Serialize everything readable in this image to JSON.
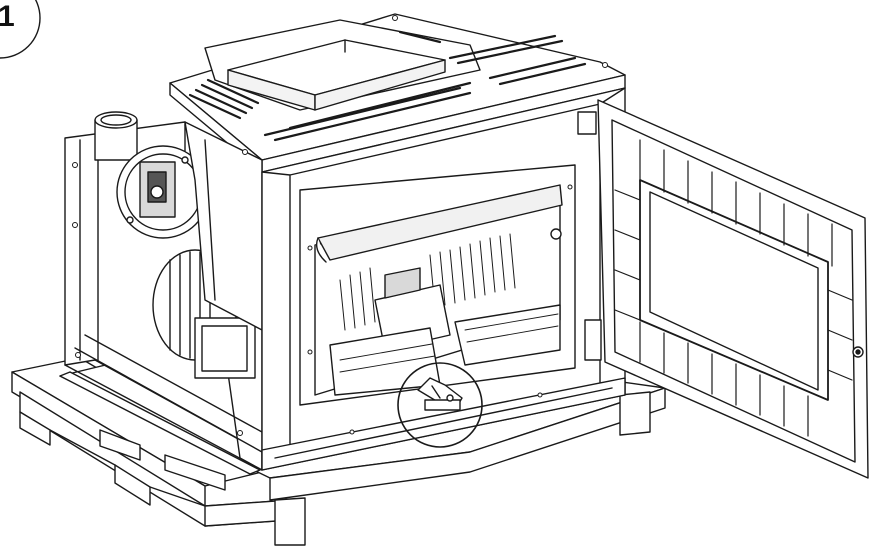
{
  "step": {
    "number": "1"
  },
  "palette": {
    "line": "#1a1a1a",
    "fill": "#ffffff",
    "shade": "#d9d9d9",
    "dark": "#555555"
  },
  "parts": {
    "pallet": "wooden-pallet",
    "stove": "insert-stove-body",
    "door": "open-glass-door",
    "fan": "combustion-fan",
    "hopper": "pellet-hopper-opening",
    "latch": "door-latch-detail"
  }
}
